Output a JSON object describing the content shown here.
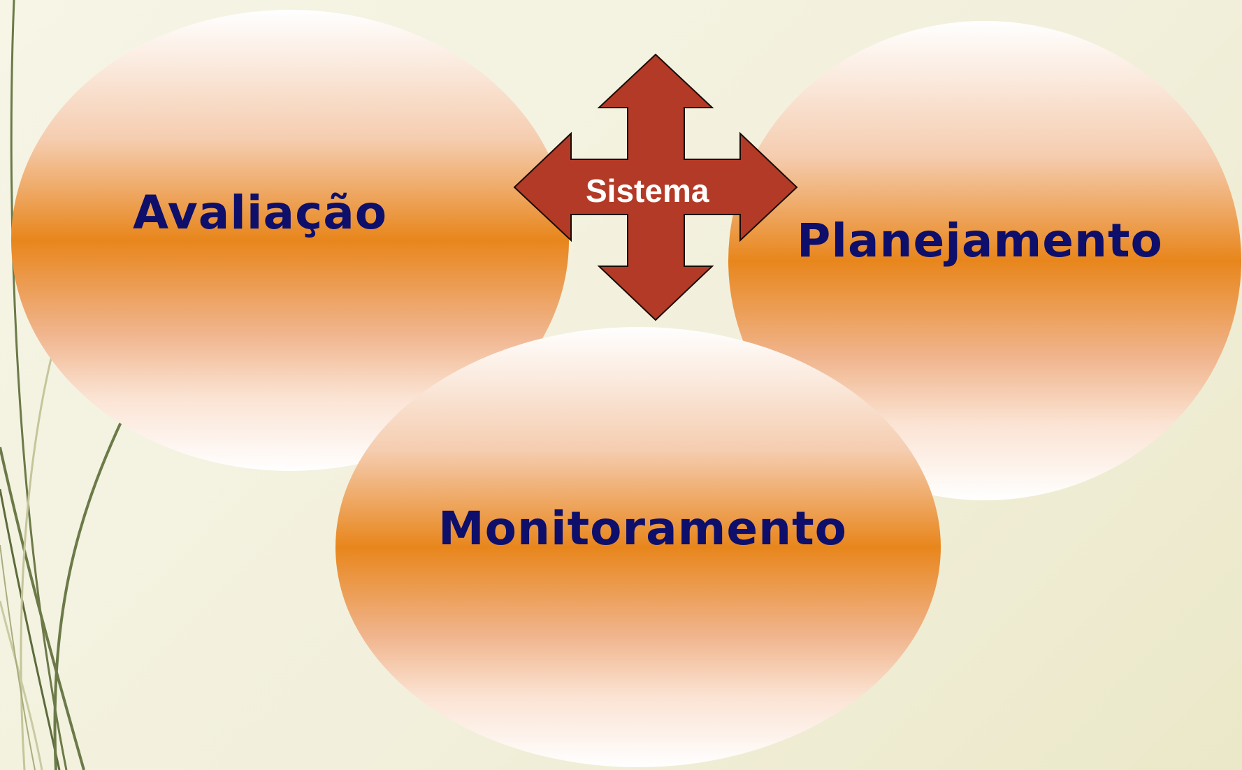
{
  "diagram": {
    "center": {
      "label": "Sistema",
      "icon": "four-way-arrow-icon",
      "color": "#b33a26"
    },
    "nodes": [
      {
        "label": "Avaliação",
        "color": "#e8861c"
      },
      {
        "label": "Planejamento",
        "color": "#e8861c"
      },
      {
        "label": "Monitoramento",
        "color": "#e8861c"
      }
    ],
    "text_color": "#0e0f6b",
    "background": "#f4f2e0"
  }
}
